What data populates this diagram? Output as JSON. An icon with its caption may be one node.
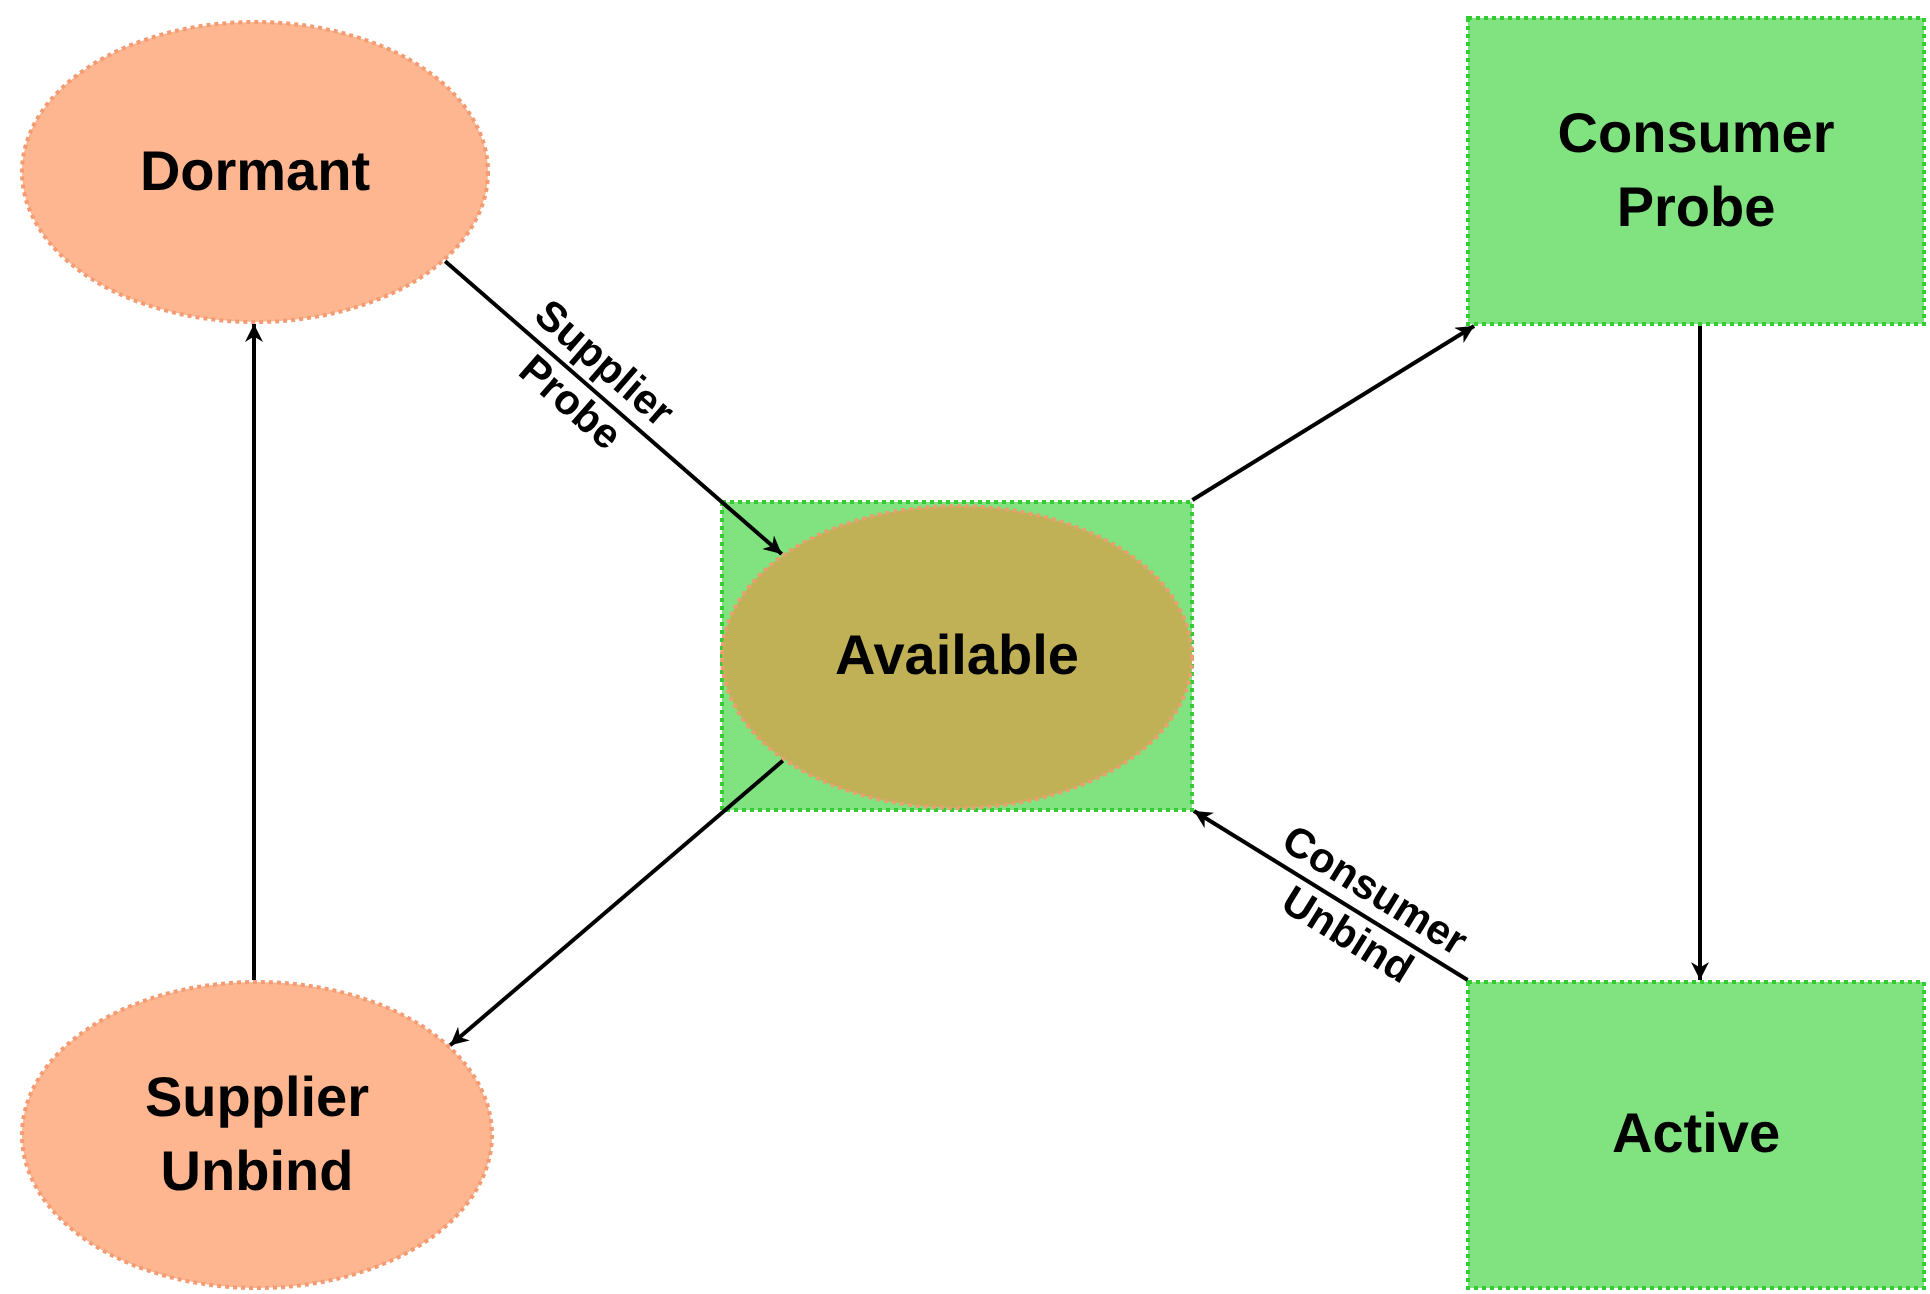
{
  "diagram": {
    "nodes": [
      {
        "text": [
          "Dormant"
        ]
      },
      {
        "text": [],
        "shape": "box"
      },
      {
        "text": [
          "Available"
        ],
        "in": 1
      },
      {
        "text": [
          "Consumer Probe"
        ]
      },
      {
        "text": [
          "Active"
        ]
      },
      {
        "text": [
          "Supplier Unbind"
        ]
      }
    ],
    "edges": [
      {
        "from": 0,
        "to": 2,
        "arrow": "to",
        "label": "Supplier Probe"
      },
      {
        "from": 1,
        "to": 3,
        "arrow": "to"
      },
      {
        "from": 3,
        "to": 4,
        "arrow": "to"
      },
      {
        "from": 4,
        "to": 1,
        "arrow": "to",
        "label": "Consumer Unbind"
      },
      {
        "from": 2,
        "to": 5,
        "arrow": "to"
      },
      {
        "from": 5,
        "to": 0,
        "arrow": "to"
      }
    ]
  }
}
